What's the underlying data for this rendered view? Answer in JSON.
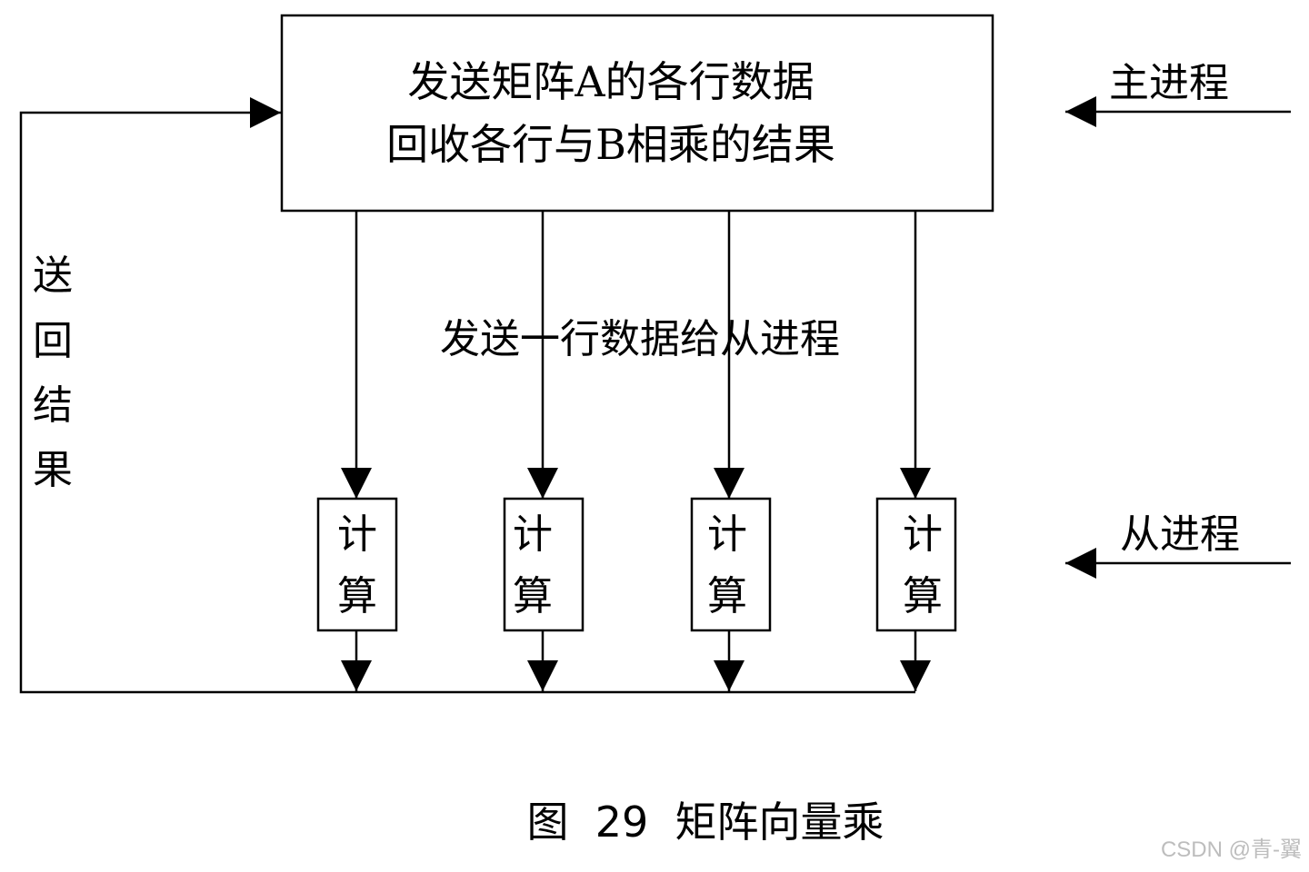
{
  "master_box": {
    "line1": "发送矩阵A的各行数据",
    "line2": "回收各行与B相乘的结果"
  },
  "labels": {
    "master_process": "主进程",
    "slave_process": "从进程",
    "send_row": "发送一行数据给从进程",
    "send_back": [
      "送",
      "回",
      "结",
      "果"
    ]
  },
  "compute_boxes": [
    {
      "line1": "计",
      "line2": "算"
    },
    {
      "line1": "计",
      "line2": "算"
    },
    {
      "line1": "计",
      "line2": "算"
    },
    {
      "line1": "计",
      "line2": "算"
    }
  ],
  "caption": "图  29  矩阵向量乘",
  "watermark": "CSDN @青-翼"
}
